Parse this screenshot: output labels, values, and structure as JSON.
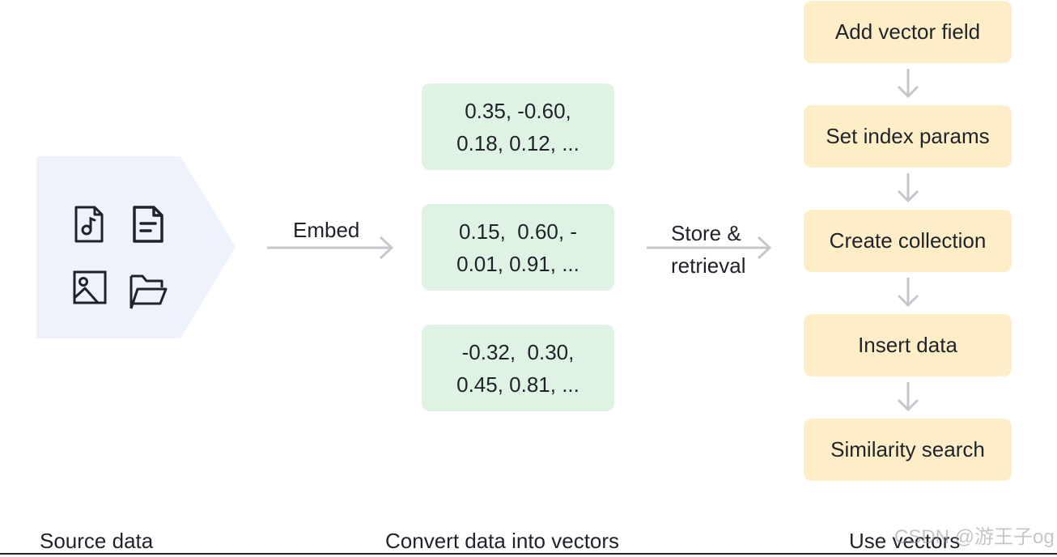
{
  "colors": {
    "source_bg": "#edf2fb",
    "vector_bg": "#dff3e4",
    "step_bg": "#fdeec7",
    "arrow": "#c4c8cc",
    "text": "#1f2329"
  },
  "source": {
    "icons": [
      "audio-file-icon",
      "document-icon",
      "image-icon",
      "folder-icon"
    ],
    "caption": "Source data"
  },
  "embed": {
    "label": "Embed"
  },
  "vectors": {
    "items": [
      {
        "line1": "0.35, -0.60,",
        "line2": "0.18, 0.12, ..."
      },
      {
        "line1": "0.15,  0.60, -",
        "line2": "0.01, 0.91, ..."
      },
      {
        "line1": "-0.32,  0.30,",
        "line2": "0.45, 0.81, ..."
      }
    ],
    "caption": "Convert data into vectors"
  },
  "store": {
    "line1": "Store &",
    "line2": "retrieval"
  },
  "steps": {
    "items": [
      "Add vector field",
      "Set index params",
      "Create collection",
      "Insert data",
      "Similarity search"
    ],
    "caption": "Use vectors"
  },
  "watermark": "CSDN @游王子og"
}
